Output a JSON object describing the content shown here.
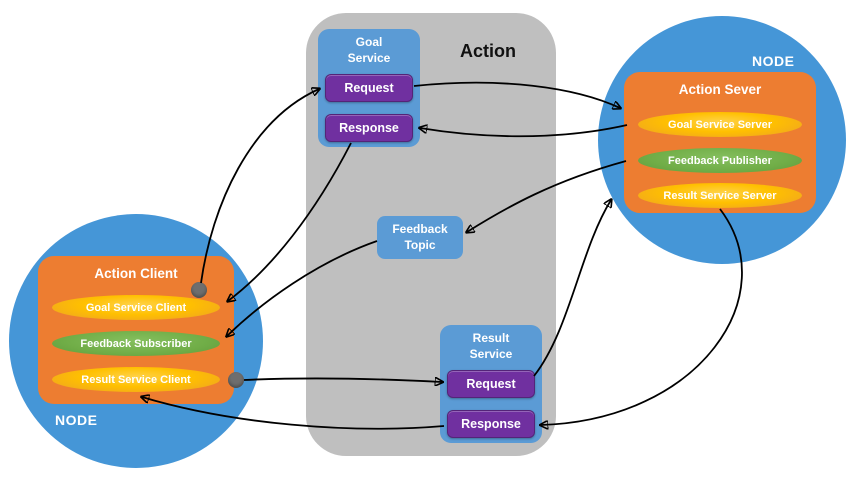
{
  "colors": {
    "canvas-bg": "#ffffff",
    "node-circle-blue": "#4596d7",
    "service-box-blue": "#5b9bd5",
    "button-purple": "#7030a0",
    "server-orange": "#ed7d31",
    "pill-yellow": "#ffc000",
    "pill-green": "#70ad47",
    "action-panel-gray": "#bfbfbf",
    "connector-dot-gray": "#6e6e6e",
    "arrow-black": "#000000"
  },
  "action_panel": {
    "title": "Action"
  },
  "goal_service": {
    "title": "Goal Service",
    "request_label": "Request",
    "response_label": "Response"
  },
  "feedback_topic": {
    "title": "Feedback Topic"
  },
  "result_service": {
    "title": "Result Service",
    "request_label": "Request",
    "response_label": "Response"
  },
  "server_node": {
    "node_label": "NODE",
    "title": "Action Sever",
    "items": [
      {
        "label": "Goal Service Server",
        "color": "yellow"
      },
      {
        "label": "Feedback Publisher",
        "color": "green"
      },
      {
        "label": "Result Service Server",
        "color": "yellow"
      }
    ]
  },
  "client_node": {
    "node_label": "NODE",
    "title": "Action Client",
    "items": [
      {
        "label": "Goal Service Client",
        "color": "yellow"
      },
      {
        "label": "Feedback Subscriber",
        "color": "green"
      },
      {
        "label": "Result Service Client",
        "color": "yellow"
      }
    ]
  }
}
